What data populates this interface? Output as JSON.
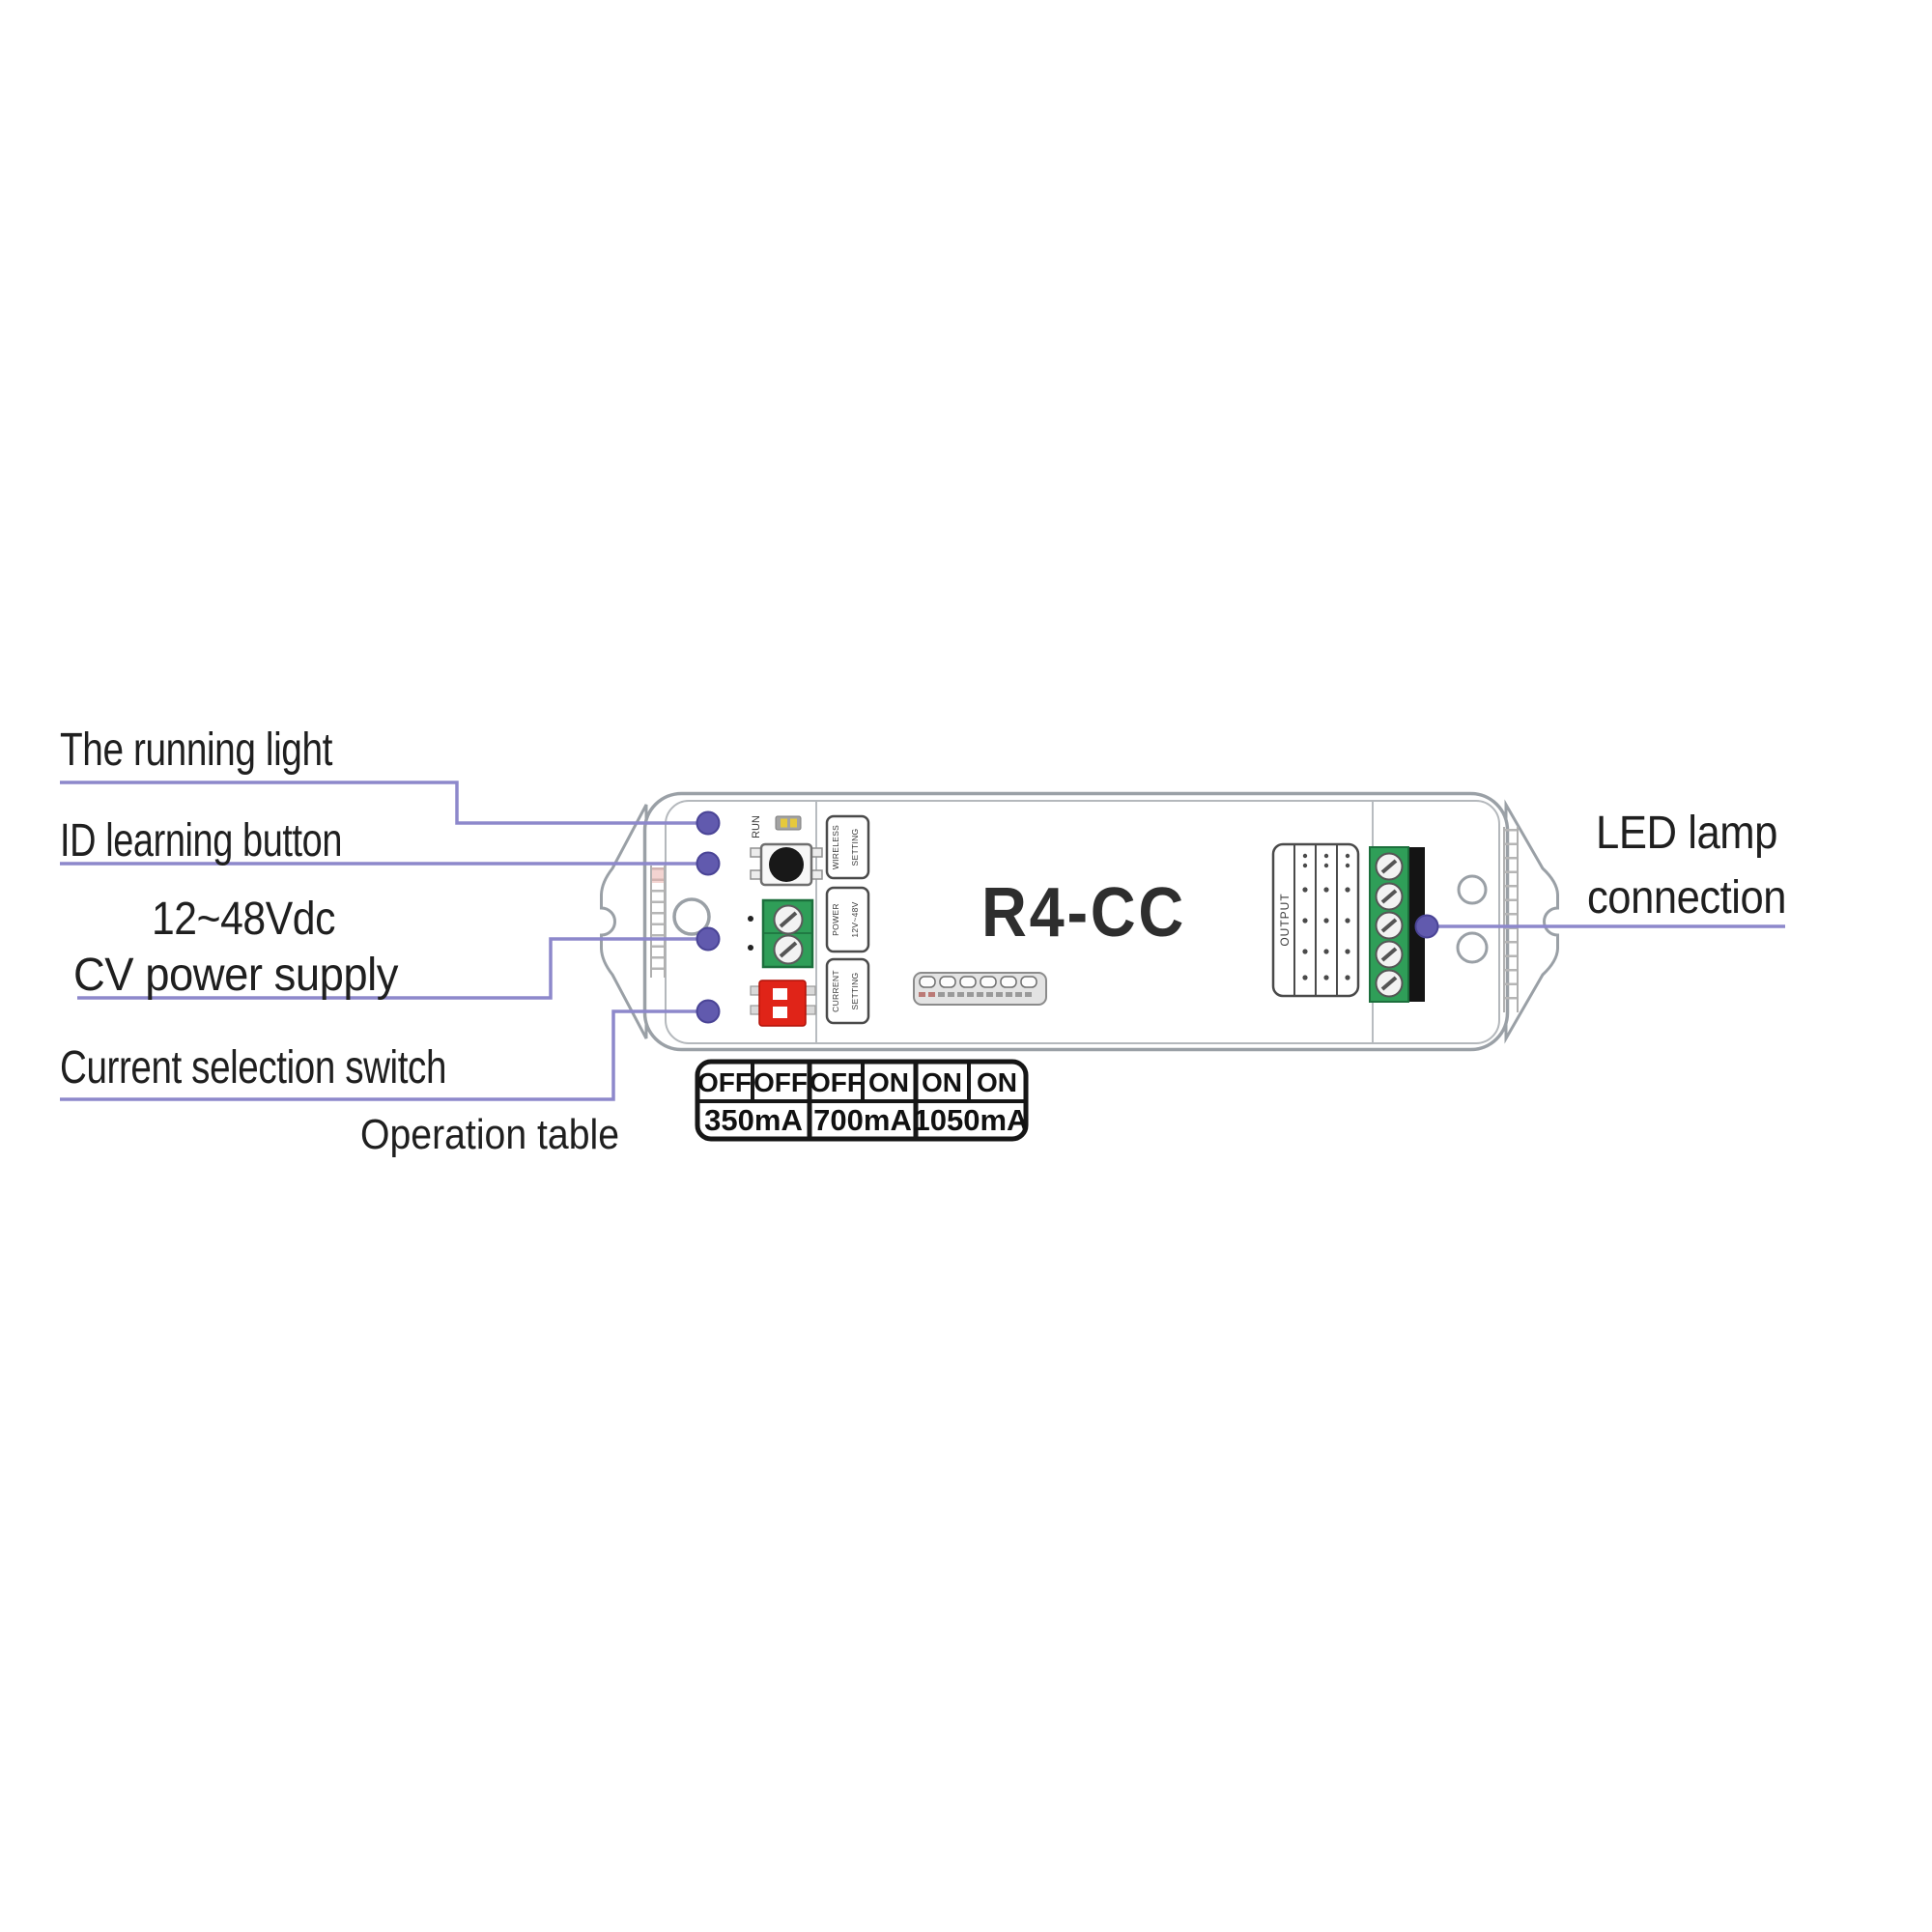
{
  "diagram": {
    "annotations": {
      "running_light": "The running light",
      "id_learning_button": "ID learning button",
      "power_supply_line1": "12~48Vdc",
      "power_supply_line2": "CV power supply",
      "current_selection_switch": "Current selection switch",
      "operation_table_caption": "Operation table",
      "led_lamp_line1": "LED lamp",
      "led_lamp_line2": "connection"
    },
    "device": {
      "model": "R4-CC",
      "silkscreen": {
        "run_indicator": "RUN",
        "wireless_box": [
          "WIRELESS",
          "SETTING"
        ],
        "power_box": [
          "POWER",
          "12V~48V"
        ],
        "current_box": [
          "CURRENT",
          "SETTING"
        ],
        "output_label": "OUTPUT"
      }
    },
    "operation_table": {
      "switch_states": [
        "OFF",
        "OFF",
        "OFF",
        "ON",
        "ON",
        "ON"
      ],
      "current_values": [
        "350mA",
        "700mA",
        "1050mA"
      ]
    },
    "colors": {
      "leader_line": "#8d88cb",
      "leader_dot": "#615aae",
      "outline_gray": "#9aa0a6",
      "terminal_green": "#2f9e58",
      "dip_switch_red": "#e02418",
      "led_yellow": "#e6c93c",
      "table_border": "#161616",
      "text_black": "#1f1f1f"
    }
  }
}
